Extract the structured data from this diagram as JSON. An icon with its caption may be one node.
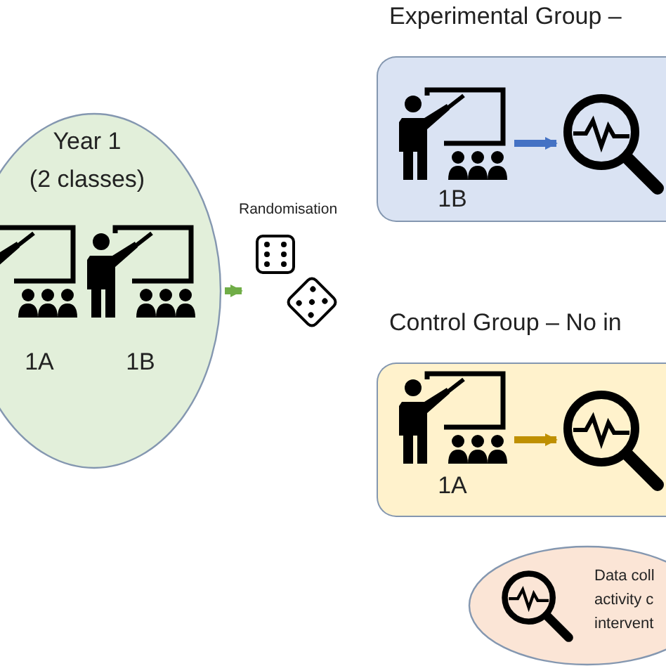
{
  "diagram": {
    "nodes": [
      {
        "text": [
          "Year 1",
          "(2 classes)"
        ]
      },
      {
        "text": [
          "1A"
        ],
        "in": 0
      },
      {
        "text": [
          "1B"
        ],
        "in": 0
      },
      {
        "text": [
          "Randomisation"
        ]
      },
      {
        "text": [
          "Experimental Group –"
        ]
      },
      {
        "text": [
          "1B"
        ],
        "in": 4
      },
      {
        "text": [],
        "shape": "picture",
        "in": 4
      },
      {
        "text": [
          "Control Group – No in"
        ]
      },
      {
        "text": [
          "1A"
        ],
        "in": 7
      },
      {
        "text": [],
        "shape": "picture",
        "in": 7
      },
      {
        "text": [
          "Data coll activity c intervent"
        ]
      }
    ],
    "edges": [
      {
        "from": 0,
        "to": 3,
        "arrow": "to",
        "color": "#70ad47"
      },
      {
        "from": 5,
        "to": 6,
        "arrow": "to",
        "color": "#4472c4"
      },
      {
        "from": 8,
        "to": 9,
        "arrow": "to",
        "color": "#bf9000"
      }
    ]
  }
}
